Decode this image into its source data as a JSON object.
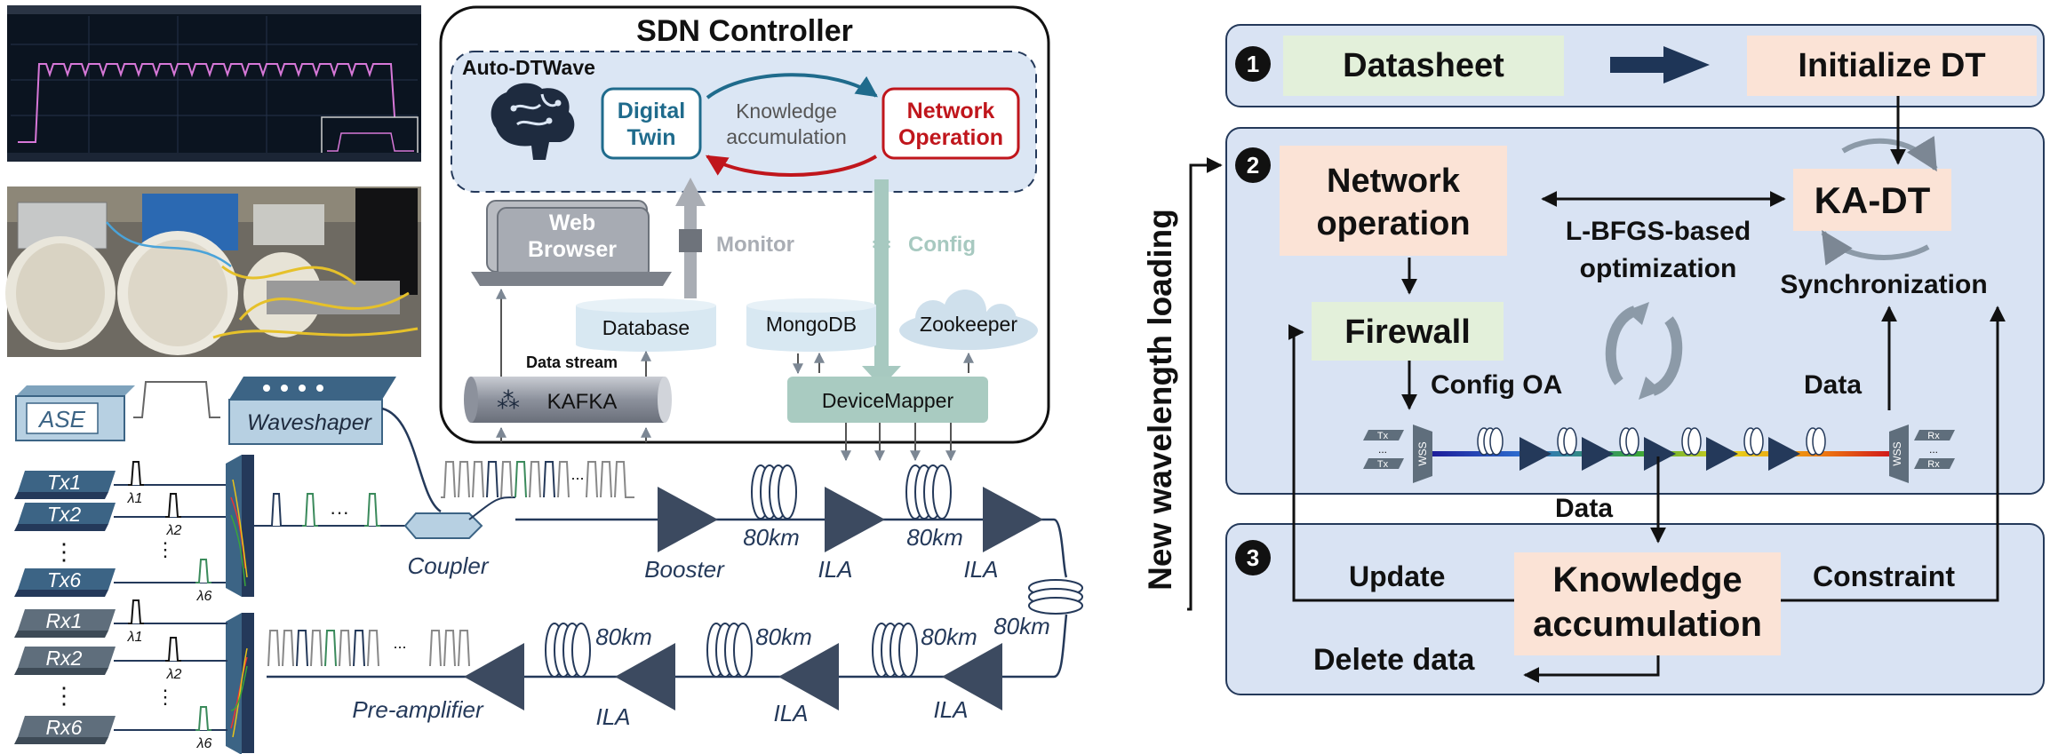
{
  "sdn": {
    "title": "SDN Controller",
    "auto_dtwave": "Auto-DTWave",
    "digital_twin": [
      "Digital",
      "Twin"
    ],
    "knowledge_accumulation": [
      "Knowledge",
      "accumulation"
    ],
    "network_operation": [
      "Network",
      "Operation"
    ],
    "web_browser": [
      "Web",
      "Browser"
    ],
    "monitor": "Monitor",
    "config": "Config",
    "database": "Database",
    "mongodb": "MongoDB",
    "zookeeper": "Zookeeper",
    "data_stream": "Data stream",
    "kafka": "KAFKA",
    "device_mapper": "DeviceMapper"
  },
  "testbed": {
    "ase": "ASE",
    "waveshaper": "Waveshaper",
    "tx": [
      "Tx1",
      "Tx2",
      "Tx6"
    ],
    "rx": [
      "Rx1",
      "Rx2",
      "Rx6"
    ],
    "lambda": [
      "λ1",
      "λ2",
      "λ6"
    ],
    "vdots": "⋮",
    "ellipsis": "...",
    "hellip": "···",
    "coupler": "Coupler",
    "booster": "Booster",
    "ila": "ILA",
    "pre_amplifier": "Pre-amplifier",
    "span": "80km"
  },
  "flow": {
    "steps": [
      "1",
      "2",
      "3"
    ],
    "datasheet": "Datasheet",
    "initialize_dt": "Initialize DT",
    "network_operation": [
      "Network",
      "operation"
    ],
    "firewall": "Firewall",
    "ka_dt": "KA-DT",
    "lbfgs": [
      "L-BFGS-based",
      "optimization"
    ],
    "synchronization": "Synchronization",
    "config_oa": "Config OA",
    "data": "Data",
    "update": "Update",
    "constraint": "Constraint",
    "knowledge_accumulation": [
      "Knowledge",
      "accumulation"
    ],
    "delete_data": "Delete data",
    "side_label": "New wavelength loading",
    "wss": "WSS",
    "tx": "Tx",
    "rx": "Rx",
    "dots": "..."
  },
  "colors": {
    "navy": "#24395a",
    "red": "#c0161c",
    "teal_dark": "#1f6b8c",
    "panel_blue": "#dde6f3",
    "box_peach": "#fbe3d6",
    "box_green": "#e3f0da"
  }
}
